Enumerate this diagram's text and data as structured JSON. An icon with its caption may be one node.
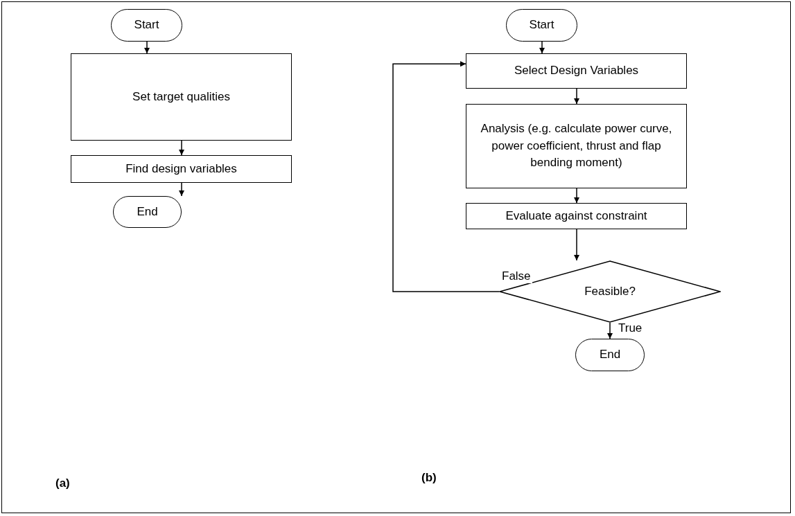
{
  "diagram": {
    "nodes": [
      {
        "text": [
          "Start"
        ]
      },
      {
        "text": [
          "Set target qualities"
        ]
      },
      {
        "text": [
          "Find design variables"
        ]
      },
      {
        "text": [
          "End"
        ]
      },
      {
        "text": [
          "Start"
        ]
      },
      {
        "text": [
          "Select Design Variables"
        ]
      },
      {
        "text": [
          "Analysis (e.g. calculate power curve, power coefficient, thrust and flap bending moment)"
        ]
      },
      {
        "text": [
          "Evaluate against constraint"
        ]
      },
      {
        "text": [
          "Feasible?"
        ]
      },
      {
        "text": [
          "End"
        ]
      }
    ],
    "edges": [
      {
        "from": 0,
        "to": 1,
        "arrow": "to"
      },
      {
        "from": 1,
        "to": 2,
        "arrow": "to"
      },
      {
        "from": 2,
        "to": 3,
        "arrow": "to"
      },
      {
        "from": 4,
        "to": 5,
        "arrow": "to"
      },
      {
        "from": 5,
        "to": 6,
        "arrow": "to"
      },
      {
        "from": 6,
        "to": 7,
        "arrow": "to"
      },
      {
        "from": 7,
        "to": 8,
        "arrow": "to"
      },
      {
        "from": 8,
        "to": 5,
        "arrow": "to",
        "label": "False"
      },
      {
        "from": 8,
        "to": 9,
        "arrow": "to",
        "label": "True"
      }
    ],
    "labels": [
      "(a)",
      "(b)"
    ]
  }
}
